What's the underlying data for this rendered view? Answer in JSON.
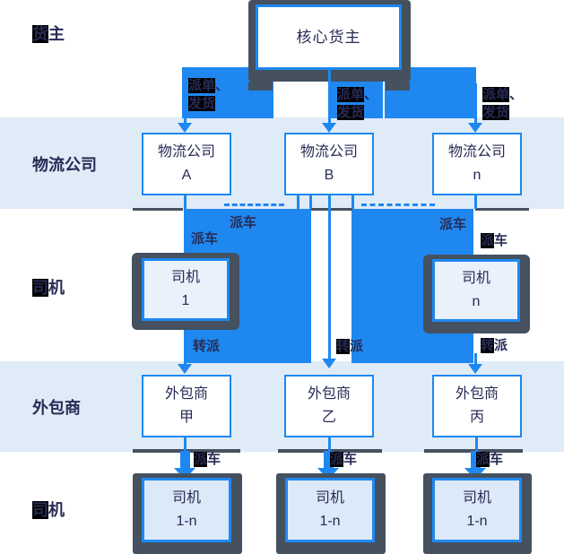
{
  "colors": {
    "accent_blue": "#1e88f0",
    "row_band": "#e0ebf8",
    "dark_slate": "#45515f",
    "navy_text": "#272b55",
    "driver_box_fill": "#e9f1fb",
    "bottom_box_fill": "#dce9f8",
    "artifact_black": "#000000"
  },
  "side_labels": {
    "shipper_black": "货",
    "shipper_rest": "主",
    "logistics": "物流公司",
    "driver_mid_black": "司",
    "driver_mid_rest": "机",
    "outsourcer": "外包商",
    "driver_bottom_black": "司",
    "driver_bottom_rest": "机"
  },
  "nodes": {
    "core": {
      "line1": "核心货主"
    },
    "logistics": [
      {
        "line1": "物流公司",
        "line2": "A"
      },
      {
        "line1": "物流公司",
        "line2": "B"
      },
      {
        "line1": "物流公司",
        "line2": "n"
      }
    ],
    "drivers_mid": [
      {
        "line1": "司机",
        "line2": "1"
      },
      {
        "line1": "司机",
        "line2": "n"
      }
    ],
    "outsourcers": [
      {
        "line1": "外包商",
        "line2": "甲"
      },
      {
        "line1": "外包商",
        "line2": "乙"
      },
      {
        "line1": "外包商",
        "line2": "丙"
      }
    ],
    "drivers_bottom": [
      {
        "line1": "司机",
        "line2": "1-n"
      },
      {
        "line1": "司机",
        "line2": "1-n"
      },
      {
        "line1": "司机",
        "line2": "1-n"
      }
    ]
  },
  "edge_labels": {
    "order_l1_black": "派单",
    "order_l1_rest": "、",
    "order_l2_black": "发货",
    "vehicle": "派车",
    "vehicle_black": "派",
    "vehicle_rest": "车",
    "transfer": "转派",
    "transfer_black": "转",
    "transfer_rest": "派"
  }
}
